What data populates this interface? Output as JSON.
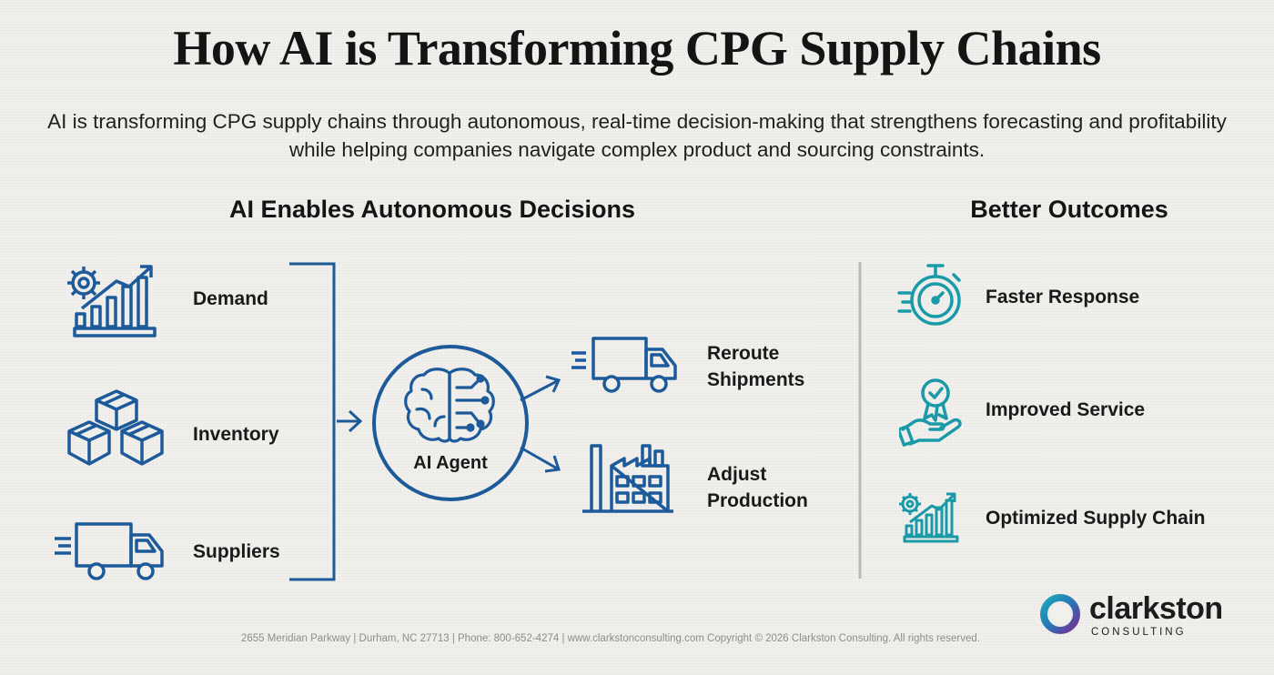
{
  "title": "How AI is Transforming CPG Supply Chains",
  "subtitle": "AI is transforming CPG supply chains through autonomous, real-time decision-making that strengthens forecasting and profitability while helping companies navigate complex product and sourcing constraints.",
  "left_section": {
    "heading": "AI Enables Autonomous Decisions",
    "inputs": [
      "Demand",
      "Inventory",
      "Suppliers"
    ],
    "agent": "AI Agent",
    "actions": [
      {
        "line1": "Reroute",
        "line2": "Shipments"
      },
      {
        "line1": "Adjust",
        "line2": "Production"
      }
    ]
  },
  "right_section": {
    "heading": "Better Outcomes",
    "outcomes": [
      "Faster Response",
      "Improved Service",
      "Optimized Supply Chain"
    ]
  },
  "footer": "2655 Meridian Parkway | Durham, NC 27713 | Phone: 800-652-4274 | www.clarkstonconsulting.com Copyright © 2026 Clarkston Consulting. All rights reserved.",
  "logo": {
    "word": "clarkston",
    "sub": "CONSULTING"
  },
  "colors": {
    "navy": "#1d5a9a",
    "teal": "#1a9aa8",
    "text": "#1a1a1a"
  },
  "icons": {
    "demand": "gear-growth-chart-icon",
    "inventory": "boxes-icon",
    "suppliers": "delivery-truck-icon",
    "agent": "brain-circuit-icon",
    "reroute": "delivery-truck-icon",
    "production": "factory-icon",
    "faster": "stopwatch-icon",
    "service": "award-hand-icon",
    "optimized": "gear-growth-chart-icon"
  }
}
